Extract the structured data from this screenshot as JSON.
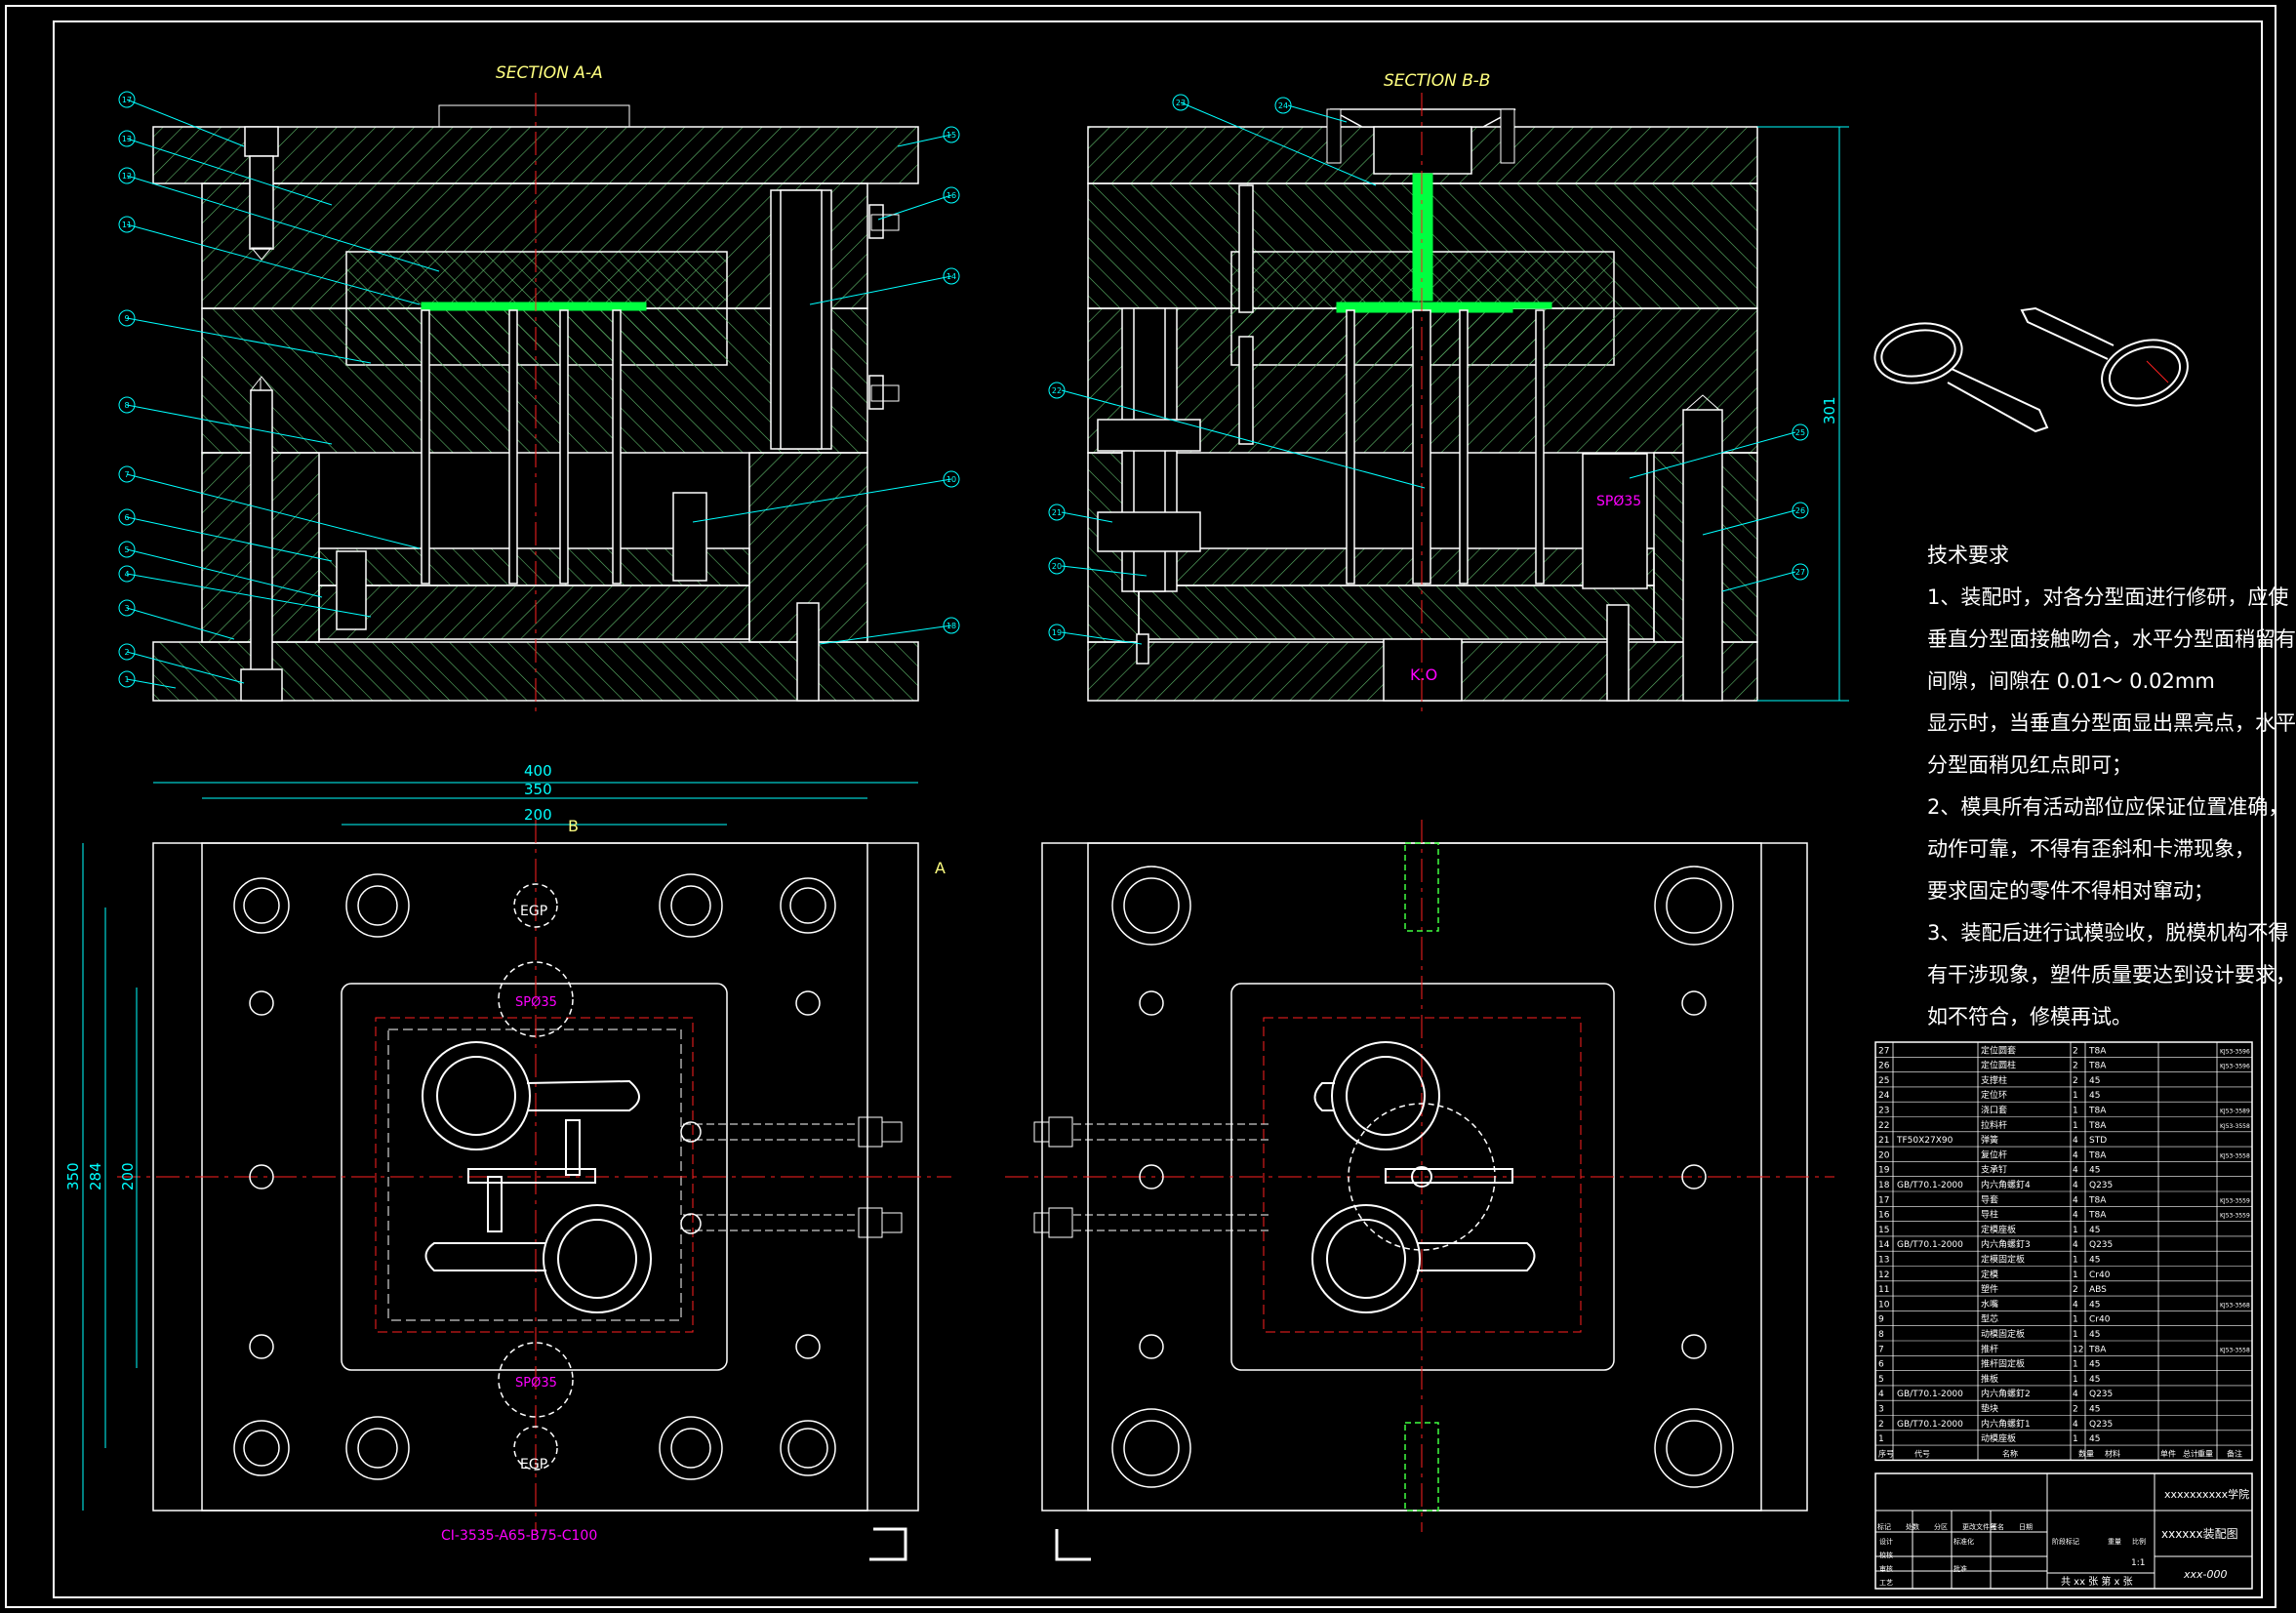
{
  "sections": {
    "a_title": "SECTION A-A",
    "b_title": "SECTION B-B"
  },
  "dimensions": {
    "w400": "400",
    "w350": "350",
    "w200": "200",
    "h350": "350",
    "h284": "284",
    "h200": "200",
    "h301": "301"
  },
  "labels": {
    "sp_top": "SPØ35",
    "sp_bottom": "SPØ35",
    "sp_section": "SPØ35",
    "egp_top": "EGP",
    "egp_bottom": "EGP",
    "ko": "K.O",
    "mold_base": "CI-3535-A65-B75-C100",
    "cut_a": "A",
    "cut_b": "B"
  },
  "requirements": {
    "title": "技术要求",
    "lines": [
      "1、装配时，对各分型面进行修研，应使",
      "垂直分型面接触吻合，水平分型面稍留有",
      "间隙，间隙在  0.01～ 0.02mm",
      "显示时，当垂直分型面显出黑亮点，水平",
      "分型面稍见红点即可；",
      "2、模具所有活动部位应保证位置准确，",
      "动作可靠，不得有歪斜和卡滞现象，",
      "要求固定的零件不得相对窜动；",
      "3、装配后进行试模验收，脱模机构不得",
      "有干涉现象，塑件质量要达到设计要求，",
      "如不符合，修模再试。"
    ]
  },
  "bom": {
    "rows": [
      {
        "no": "27",
        "code": "",
        "name": "定位圆套",
        "qty": "2",
        "mat": "T8A",
        "note": "KJ53-3596"
      },
      {
        "no": "26",
        "code": "",
        "name": "定位圆柱",
        "qty": "2",
        "mat": "T8A",
        "note": "KJ53-3596"
      },
      {
        "no": "25",
        "code": "",
        "name": "支撑柱",
        "qty": "2",
        "mat": "45",
        "note": ""
      },
      {
        "no": "24",
        "code": "",
        "name": "定位环",
        "qty": "1",
        "mat": "45",
        "note": ""
      },
      {
        "no": "23",
        "code": "",
        "name": "浇口套",
        "qty": "1",
        "mat": "T8A",
        "note": "KJ53-3589"
      },
      {
        "no": "22",
        "code": "",
        "name": "拉料杆",
        "qty": "1",
        "mat": "T8A",
        "note": "KJ53-3558"
      },
      {
        "no": "21",
        "code": "TF50X27X90",
        "name": "弹簧",
        "qty": "4",
        "mat": "STD",
        "note": ""
      },
      {
        "no": "20",
        "code": "",
        "name": "复位杆",
        "qty": "4",
        "mat": "T8A",
        "note": "KJ53-3558"
      },
      {
        "no": "19",
        "code": "",
        "name": "支承钉",
        "qty": "4",
        "mat": "45",
        "note": ""
      },
      {
        "no": "18",
        "code": "GB/T70.1-2000",
        "name": "内六角螺釘4",
        "qty": "4",
        "mat": "Q235",
        "note": ""
      },
      {
        "no": "17",
        "code": "",
        "name": "导套",
        "qty": "4",
        "mat": "T8A",
        "note": "KJ53-3559"
      },
      {
        "no": "16",
        "code": "",
        "name": "导柱",
        "qty": "4",
        "mat": "T8A",
        "note": "KJ53-3559"
      },
      {
        "no": "15",
        "code": "",
        "name": "定模座板",
        "qty": "1",
        "mat": "45",
        "note": ""
      },
      {
        "no": "14",
        "code": "GB/T70.1-2000",
        "name": "内六角螺釘3",
        "qty": "4",
        "mat": "Q235",
        "note": ""
      },
      {
        "no": "13",
        "code": "",
        "name": "定模固定板",
        "qty": "1",
        "mat": "45",
        "note": ""
      },
      {
        "no": "12",
        "code": "",
        "name": "定模",
        "qty": "1",
        "mat": "Cr40",
        "note": ""
      },
      {
        "no": "11",
        "code": "",
        "name": "塑件",
        "qty": "2",
        "mat": "ABS",
        "note": ""
      },
      {
        "no": "10",
        "code": "",
        "name": "水嘴",
        "qty": "4",
        "mat": "45",
        "note": "KJ53-3568"
      },
      {
        "no": "9",
        "code": "",
        "name": "型芯",
        "qty": "1",
        "mat": "Cr40",
        "note": ""
      },
      {
        "no": "8",
        "code": "",
        "name": "动模固定板",
        "qty": "1",
        "mat": "45",
        "note": ""
      },
      {
        "no": "7",
        "code": "",
        "name": "推杆",
        "qty": "12",
        "mat": "T8A",
        "note": "KJ53-3558"
      },
      {
        "no": "6",
        "code": "",
        "name": "推杆固定板",
        "qty": "1",
        "mat": "45",
        "note": ""
      },
      {
        "no": "5",
        "code": "",
        "name": "推板",
        "qty": "1",
        "mat": "45",
        "note": ""
      },
      {
        "no": "4",
        "code": "GB/T70.1-2000",
        "name": "内六角螺釘2",
        "qty": "4",
        "mat": "Q235",
        "note": ""
      },
      {
        "no": "3",
        "code": "",
        "name": "垫块",
        "qty": "2",
        "mat": "45",
        "note": ""
      },
      {
        "no": "2",
        "code": "GB/T70.1-2000",
        "name": "内六角螺釘1",
        "qty": "4",
        "mat": "Q235",
        "note": ""
      },
      {
        "no": "1",
        "code": "",
        "name": "动模座板",
        "qty": "1",
        "mat": "45",
        "note": ""
      }
    ],
    "header": {
      "no": "序号",
      "code": "代号",
      "name": "名称",
      "qty": "数量",
      "mat": "材料",
      "single": "单件",
      "total": "总计",
      "weight": "重量",
      "note": "备注"
    }
  },
  "title_block": {
    "school": "xxxxxxxxxx学院",
    "drawing_name": "xxxxxx装配图",
    "drawing_no": "xxx-000",
    "scale": "1:1",
    "sheets": "共 xx 张  第 x 张",
    "roles": [
      "标记",
      "处数",
      "分区",
      "更改文件号",
      "签名",
      "日期"
    ],
    "rows": [
      "设计",
      "校核",
      "审核",
      "工艺"
    ],
    "mid": [
      "标准化",
      "批准"
    ],
    "stage": "阶段标记",
    "weight": "重量",
    "scale_label": "比例"
  },
  "balloons": [
    "1",
    "2",
    "3",
    "4",
    "5",
    "6",
    "7",
    "8",
    "9",
    "10",
    "11",
    "12",
    "13",
    "14",
    "15",
    "16",
    "17",
    "18",
    "19",
    "20",
    "21",
    "22",
    "23",
    "24",
    "25",
    "26",
    "27"
  ],
  "colors": {
    "line": "#ffffff",
    "dim": "#00ffff",
    "hatch": "#5fb86a",
    "center": "#ff2020",
    "plastic": "#00ff40",
    "label": "#ff00ff",
    "title": "#ffff80",
    "hidden": "#ffff00"
  }
}
